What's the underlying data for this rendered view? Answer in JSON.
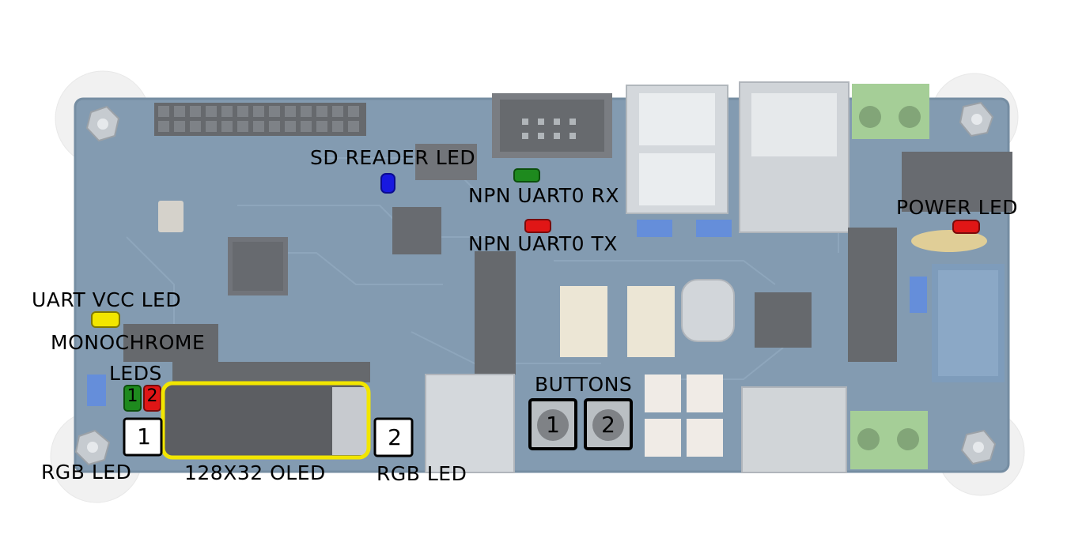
{
  "labels": {
    "sd_reader_led": "SD READER LED",
    "npn_uart0_rx": "NPN UART0 RX",
    "npn_uart0_tx": "NPN UART0 TX",
    "power_led": "POWER LED",
    "uart_vcc_led": "UART VCC LED",
    "monochrome": "MONOCHROME",
    "leds": "LEDS",
    "rgb_led_left": "RGB LED",
    "oled": "128X32 OLED",
    "rgb_led_right": "RGB LED",
    "buttons": "BUTTONS"
  },
  "markers": {
    "mono_led_1": "1",
    "mono_led_2": "2",
    "rgb_led_1": "1",
    "rgb_led_2": "2",
    "button_1": "1",
    "button_2": "2"
  },
  "colors": {
    "board": "#5f7f9c",
    "highlight_yellow": "#f2e600",
    "highlight_green": "#1e8a1e",
    "highlight_red": "#e01616",
    "highlight_blue": "#1818e0"
  }
}
